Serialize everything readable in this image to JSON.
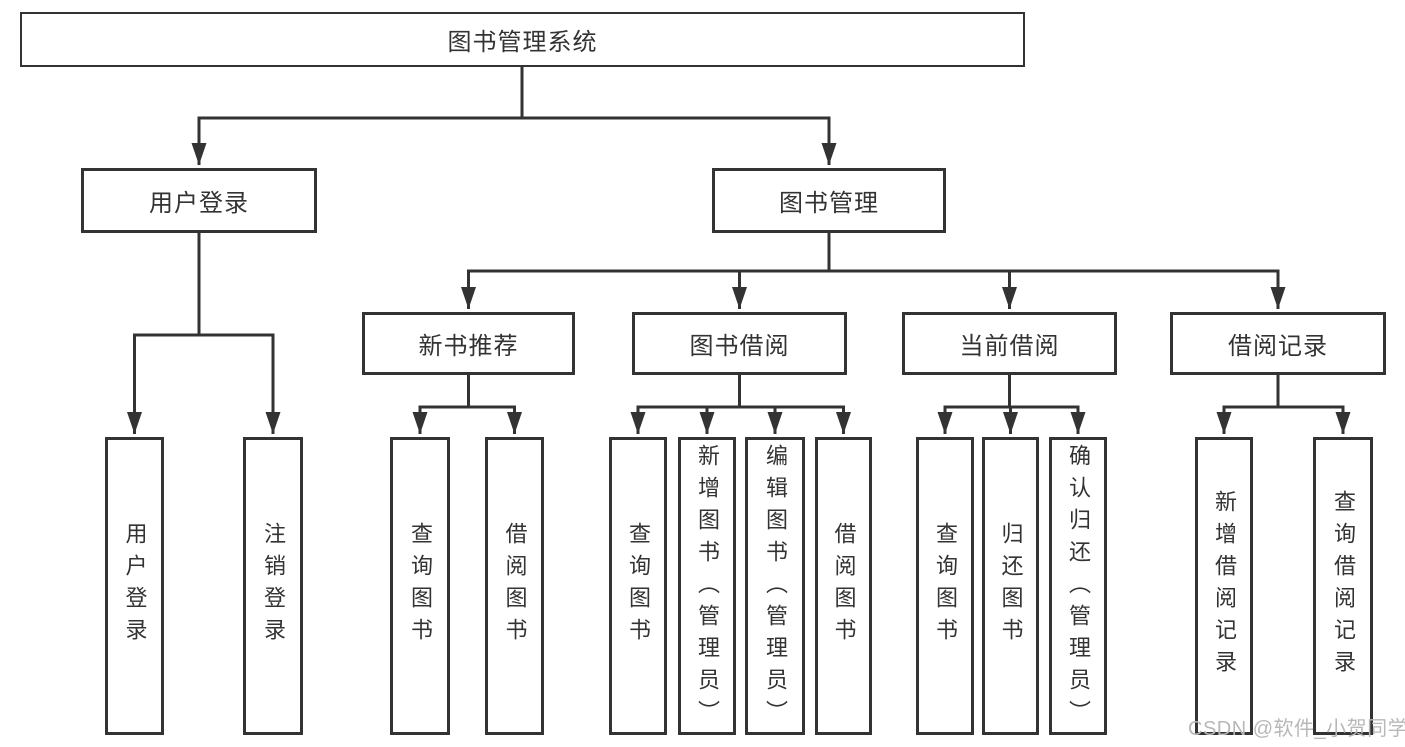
{
  "colors": {
    "line": "#333333",
    "text": "#333333",
    "box_bg": "#ffffff",
    "background": "#ffffff",
    "watermark": "#b8b8b8"
  },
  "tree": {
    "root": "图书管理系统",
    "children": [
      {
        "label": "用户登录",
        "children": [
          "用户登录",
          "注销登录"
        ]
      },
      {
        "label": "图书管理",
        "children": [
          {
            "label": "新书推荐",
            "children": [
              "查询图书",
              "借阅图书"
            ]
          },
          {
            "label": "图书借阅",
            "children": [
              "查询图书",
              "新增图书（管理员）",
              "编辑图书（管理员）",
              "借阅图书"
            ]
          },
          {
            "label": "当前借阅",
            "children": [
              "查询图书",
              "归还图书",
              "确认归还（管理员）"
            ]
          },
          {
            "label": "借阅记录",
            "children": [
              "新增借阅记录",
              "查询借阅记录"
            ]
          }
        ]
      }
    ]
  },
  "watermark": {
    "text": "CSDN @软件_小贺同学"
  }
}
